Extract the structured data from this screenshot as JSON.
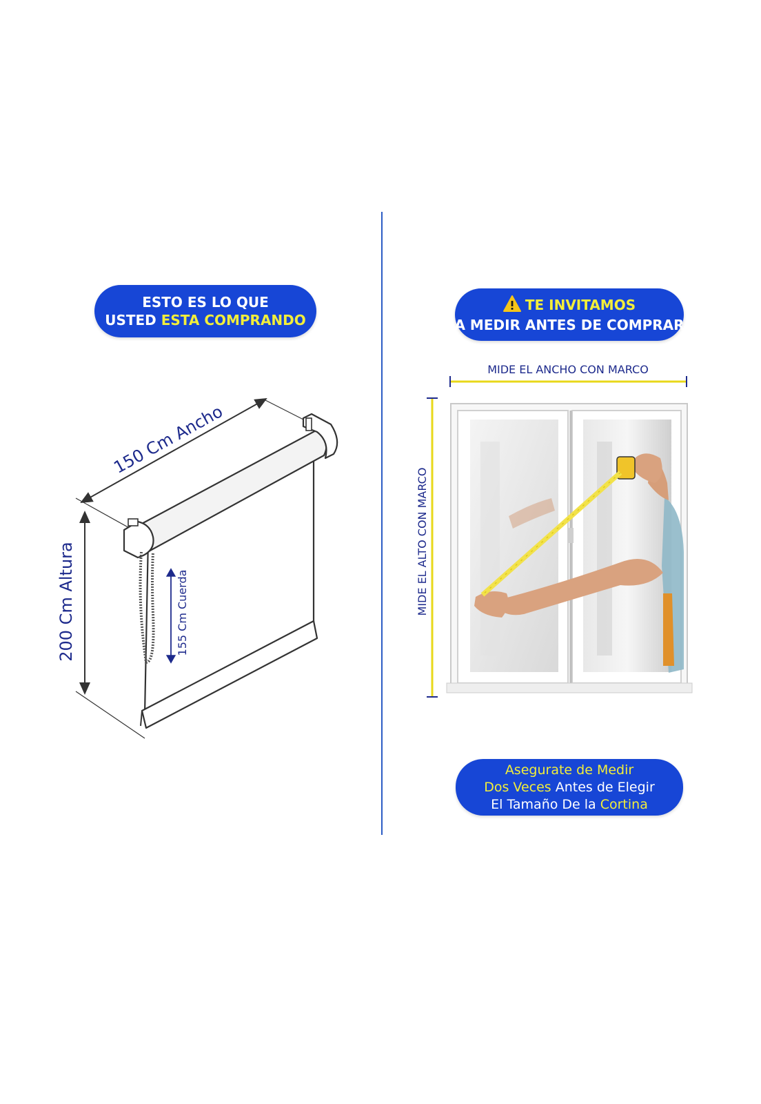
{
  "left_badge": {
    "line1": "ESTO ES LO QUE",
    "line2_plain": "USTED ",
    "line2_highlight": "ESTA COMPRANDO"
  },
  "right_badge": {
    "icon": "warning-icon",
    "line1": "TE INVITAMOS",
    "line2": "A MEDIR ANTES DE COMPRAR"
  },
  "blind_diagram": {
    "width_label": "150 Cm Ancho",
    "height_label": "200 Cm Altura",
    "cord_label": "155 Cm Cuerda"
  },
  "window_photo": {
    "width_label": "MIDE EL ANCHO CON MARCO",
    "height_label": "MIDE EL ALTO CON MARCO"
  },
  "bottom_badge": {
    "l1_a": "Asegurate de ",
    "l1_b": "Medir",
    "l2_a": "Dos Veces",
    "l2_b": " Antes de Elegir",
    "l3_a": "El Tamaño De la ",
    "l3_b": "Cortina"
  },
  "colors": {
    "badge_blue": "#1746d6",
    "highlight_yellow": "#f2ee3a",
    "label_navy": "#1d2a8c",
    "divider_blue": "#2c5cc5"
  }
}
